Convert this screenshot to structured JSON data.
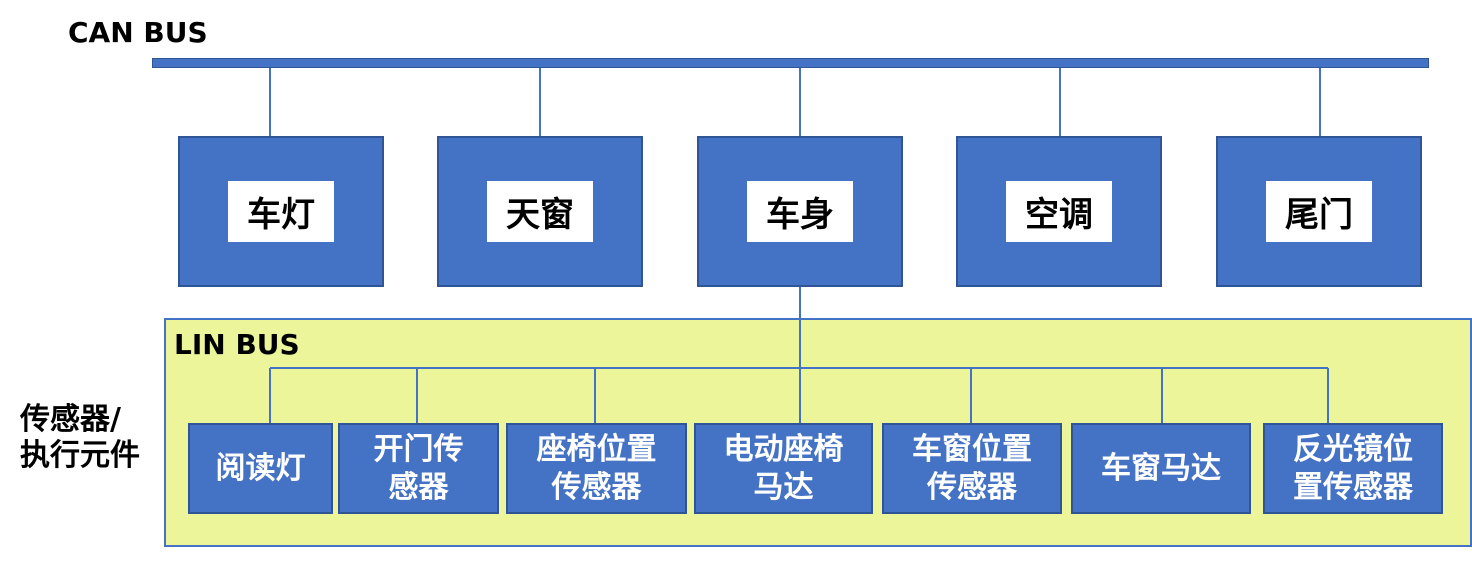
{
  "can_bus": {
    "label": "CAN BUS"
  },
  "lin_bus": {
    "label": "LIN BUS"
  },
  "side_label": {
    "line1": "传感器/",
    "line2": "执行元件"
  },
  "ecus": [
    {
      "label": "车灯"
    },
    {
      "label": "天窗"
    },
    {
      "label": "车身"
    },
    {
      "label": "空调"
    },
    {
      "label": "尾门"
    }
  ],
  "nodes": [
    {
      "line1": "阅读灯",
      "line2": ""
    },
    {
      "line1": "开门传",
      "line2": "感器"
    },
    {
      "line1": "座椅位置",
      "line2": "传感器"
    },
    {
      "line1": "电动座椅",
      "line2": "马达"
    },
    {
      "line1": "车窗位置",
      "line2": "传感器"
    },
    {
      "line1": "车窗马达",
      "line2": ""
    },
    {
      "line1": "反光镜位",
      "line2": "置传感器"
    }
  ],
  "colors": {
    "bus_blue": "#4472c4",
    "panel_yellow": "#ecf59a",
    "border_blue": "#2f5597"
  }
}
